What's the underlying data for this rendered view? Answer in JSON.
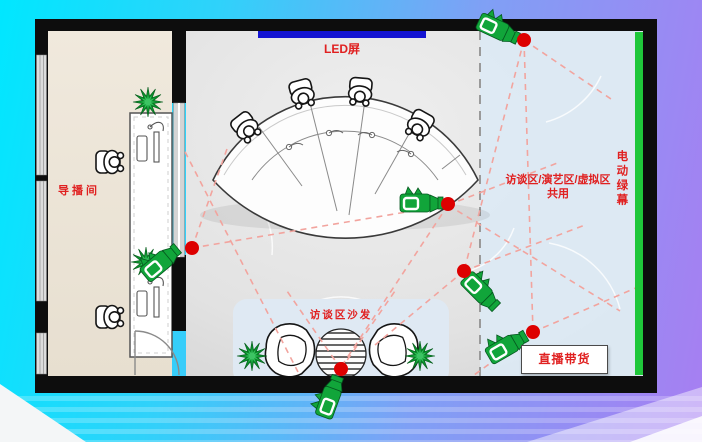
{
  "scene": {
    "type": "studio-floor-plan",
    "labels": {
      "led_screen": "LED屏",
      "director_room": "导播间",
      "shared_zone_line1": "访谈区/演艺区/虚拟区",
      "shared_zone_line2": "共用",
      "green_screen": "电动绿幕",
      "sofa_area": "访谈区沙发",
      "live_commerce": "直播带货"
    },
    "colors": {
      "label_red": "#e02020",
      "led_bar_blue": "#1414d2",
      "green_screen_green": "#1fc73a",
      "camera_green": "#11a53a",
      "dot_red": "#dd0000",
      "sightline_pink": "#f2a49e",
      "wall_black": "#0d0d0d",
      "director_floor": "#ece4d7",
      "studio_floor": "#e6e6e6",
      "virtual_zone_blue": "#dce9f4",
      "bg_cyan": "#00e7ff",
      "bg_purple": "#a77ef2"
    },
    "icons": [
      {
        "name": "camera-icon",
        "count": 6
      },
      {
        "name": "camera-position-dot",
        "count": 6
      },
      {
        "name": "person-icon",
        "count": 6
      },
      {
        "name": "plant-icon",
        "count": 4
      },
      {
        "name": "sofa-icon",
        "count": 2
      },
      {
        "name": "rug-icon",
        "count": 1
      }
    ]
  }
}
